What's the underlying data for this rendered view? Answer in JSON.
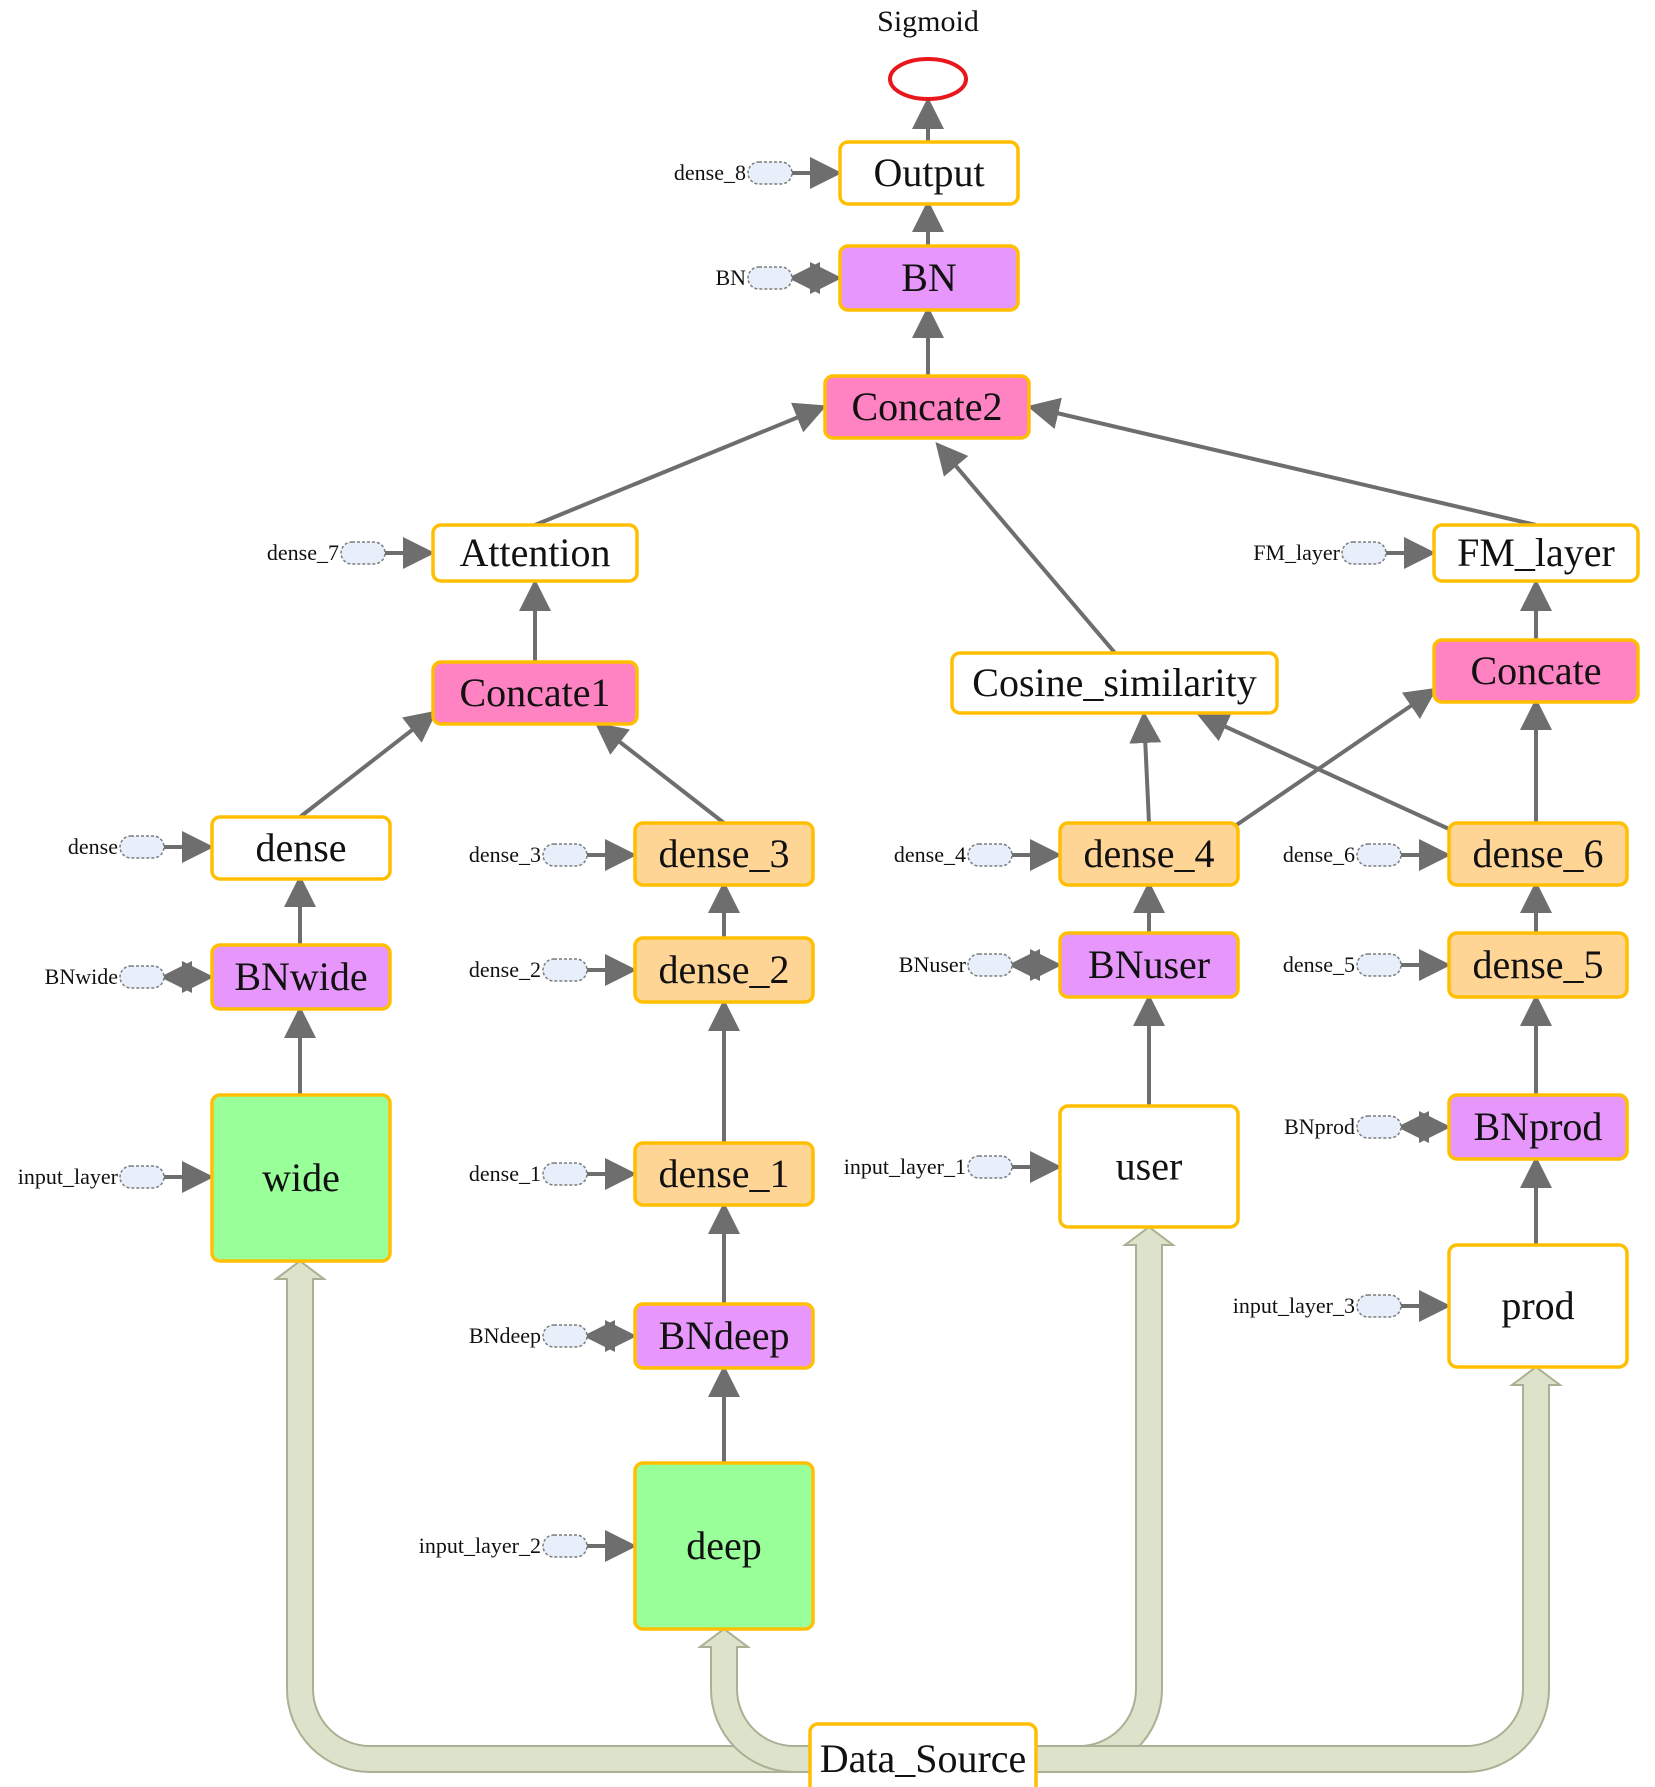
{
  "title": "Sigmoid",
  "colors": {
    "white": "#ffffff",
    "pink": "#ff82c2",
    "violet": "#e797fb",
    "orange": "#ffd596",
    "green": "#99ff99",
    "border": "#ffbf00",
    "edge": "#6e6e6e",
    "flow_fill": "#dde3cb",
    "flow_stroke": "#a9b093",
    "pill_fill": "#e6effa",
    "pill_stroke": "#7d7d7d",
    "sigmoid_stroke": "#e8171b"
  },
  "nodes": [
    {
      "id": "output",
      "label": "Output",
      "color": "white"
    },
    {
      "id": "bn",
      "label": "BN",
      "color": "violet"
    },
    {
      "id": "concate2",
      "label": "Concate2",
      "color": "pink"
    },
    {
      "id": "attention",
      "label": "Attention",
      "color": "white"
    },
    {
      "id": "fm_layer",
      "label": "FM_layer",
      "color": "white"
    },
    {
      "id": "concate1",
      "label": "Concate1",
      "color": "pink"
    },
    {
      "id": "cosine",
      "label": "Cosine_similarity",
      "color": "white"
    },
    {
      "id": "concate",
      "label": "Concate",
      "color": "pink"
    },
    {
      "id": "dense",
      "label": "dense",
      "color": "white"
    },
    {
      "id": "dense_3",
      "label": "dense_3",
      "color": "orange"
    },
    {
      "id": "dense_4",
      "label": "dense_4",
      "color": "orange"
    },
    {
      "id": "dense_6",
      "label": "dense_6",
      "color": "orange"
    },
    {
      "id": "bnwide",
      "label": "BNwide",
      "color": "violet"
    },
    {
      "id": "dense_2",
      "label": "dense_2",
      "color": "orange"
    },
    {
      "id": "bnuser",
      "label": "BNuser",
      "color": "violet"
    },
    {
      "id": "dense_5",
      "label": "dense_5",
      "color": "orange"
    },
    {
      "id": "bnprod",
      "label": "BNprod",
      "color": "violet"
    },
    {
      "id": "wide",
      "label": "wide",
      "color": "green"
    },
    {
      "id": "dense_1",
      "label": "dense_1",
      "color": "orange"
    },
    {
      "id": "user",
      "label": "user",
      "color": "white"
    },
    {
      "id": "bndeep",
      "label": "BNdeep",
      "color": "violet"
    },
    {
      "id": "prod",
      "label": "prod",
      "color": "white"
    },
    {
      "id": "deep",
      "label": "deep",
      "color": "green"
    },
    {
      "id": "data_source",
      "label": "Data_Source",
      "color": "white"
    }
  ],
  "side_inputs": [
    {
      "target": "output",
      "label": "dense_8",
      "bidirectional": false
    },
    {
      "target": "bn",
      "label": "BN",
      "bidirectional": true
    },
    {
      "target": "attention",
      "label": "dense_7",
      "bidirectional": false
    },
    {
      "target": "fm_layer",
      "label": "FM_layer",
      "bidirectional": false
    },
    {
      "target": "dense",
      "label": "dense",
      "bidirectional": false
    },
    {
      "target": "dense_3",
      "label": "dense_3",
      "bidirectional": false
    },
    {
      "target": "dense_4",
      "label": "dense_4",
      "bidirectional": false
    },
    {
      "target": "dense_6",
      "label": "dense_6",
      "bidirectional": false
    },
    {
      "target": "bnwide",
      "label": "BNwide",
      "bidirectional": true
    },
    {
      "target": "dense_2",
      "label": "dense_2",
      "bidirectional": false
    },
    {
      "target": "bnuser",
      "label": "BNuser",
      "bidirectional": true
    },
    {
      "target": "dense_5",
      "label": "dense_5",
      "bidirectional": false
    },
    {
      "target": "bnprod",
      "label": "BNprod",
      "bidirectional": true
    },
    {
      "target": "wide",
      "label": "input_layer",
      "bidirectional": false
    },
    {
      "target": "dense_1",
      "label": "dense_1",
      "bidirectional": false
    },
    {
      "target": "user",
      "label": "input_layer_1",
      "bidirectional": false
    },
    {
      "target": "bndeep",
      "label": "BNdeep",
      "bidirectional": true
    },
    {
      "target": "prod",
      "label": "input_layer_3",
      "bidirectional": false
    },
    {
      "target": "deep",
      "label": "input_layer_2",
      "bidirectional": false
    }
  ],
  "edges": [
    {
      "from": "output",
      "to": "sigmoid"
    },
    {
      "from": "bn",
      "to": "output"
    },
    {
      "from": "concate2",
      "to": "bn"
    },
    {
      "from": "attention",
      "to": "concate2"
    },
    {
      "from": "cosine",
      "to": "concate2"
    },
    {
      "from": "fm_layer",
      "to": "concate2"
    },
    {
      "from": "concate1",
      "to": "attention"
    },
    {
      "from": "concate",
      "to": "fm_layer"
    },
    {
      "from": "dense",
      "to": "concate1"
    },
    {
      "from": "dense_3",
      "to": "concate1"
    },
    {
      "from": "dense_4",
      "to": "cosine"
    },
    {
      "from": "dense_6",
      "to": "cosine"
    },
    {
      "from": "dense_4",
      "to": "concate"
    },
    {
      "from": "dense_6",
      "to": "concate"
    },
    {
      "from": "bnwide",
      "to": "dense"
    },
    {
      "from": "dense_2",
      "to": "dense_3"
    },
    {
      "from": "bnuser",
      "to": "dense_4"
    },
    {
      "from": "dense_5",
      "to": "dense_6"
    },
    {
      "from": "wide",
      "to": "bnwide"
    },
    {
      "from": "dense_1",
      "to": "dense_2"
    },
    {
      "from": "user",
      "to": "bnuser"
    },
    {
      "from": "bnprod",
      "to": "dense_5"
    },
    {
      "from": "bndeep",
      "to": "dense_1"
    },
    {
      "from": "prod",
      "to": "bnprod"
    },
    {
      "from": "deep",
      "to": "bndeep"
    }
  ],
  "data_flows": [
    {
      "from": "data_source",
      "to": "wide"
    },
    {
      "from": "data_source",
      "to": "deep"
    },
    {
      "from": "data_source",
      "to": "user"
    },
    {
      "from": "data_source",
      "to": "prod"
    }
  ]
}
